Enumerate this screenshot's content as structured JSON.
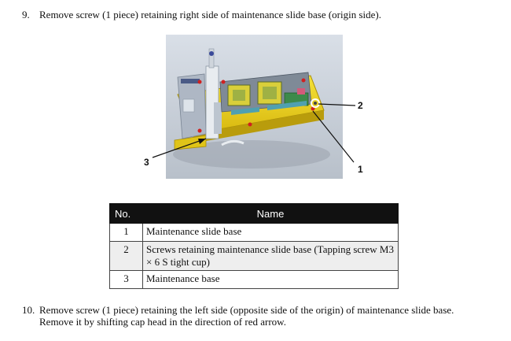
{
  "step9": {
    "number": "9.",
    "text": "Remove screw (1 piece) retaining right side of maintenance slide base (origin side)."
  },
  "callouts": {
    "c1": "1",
    "c2": "2",
    "c3": "3"
  },
  "table": {
    "headers": {
      "no": "No.",
      "name": "Name"
    },
    "rows": [
      {
        "no": "1",
        "name": "Maintenance slide base"
      },
      {
        "no": "2",
        "name": "Screws retaining maintenance slide base (Tapping screw M3 × 6 S tight cup)"
      },
      {
        "no": "3",
        "name": "Maintenance base"
      }
    ]
  },
  "step10": {
    "number": "10.",
    "line1": "Remove screw (1 piece) retaining the left side (opposite side of the origin) of maintenance slide base.",
    "line2": "Remove it by shifting cap head in the direction of red arrow."
  }
}
